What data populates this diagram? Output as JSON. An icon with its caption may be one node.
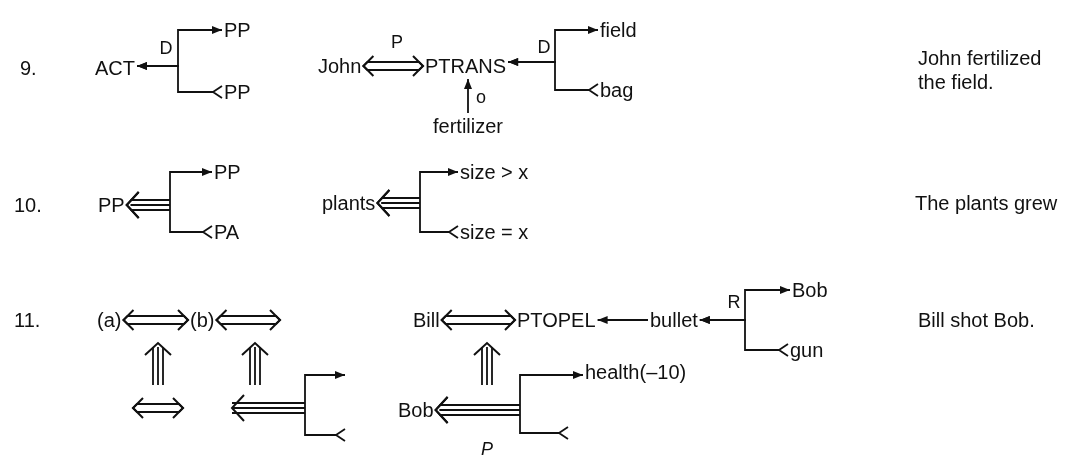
{
  "diagram": {
    "nodes": [
      {
        "text": [
          "ACT"
        ]
      },
      {
        "text": [
          "PP"
        ]
      },
      {
        "text": [
          "PP"
        ]
      },
      {
        "text": [
          "John"
        ]
      },
      {
        "text": [
          "PTRANS"
        ]
      },
      {
        "text": [
          "field"
        ]
      },
      {
        "text": [
          "bag"
        ]
      },
      {
        "text": [
          "fertilizer"
        ]
      },
      {
        "text": [
          "PP"
        ]
      },
      {
        "text": [
          "PP"
        ]
      },
      {
        "text": [
          "PA"
        ]
      },
      {
        "text": [
          "plants"
        ]
      },
      {
        "text": [
          "size > x"
        ]
      },
      {
        "text": [
          "size = x"
        ]
      },
      {
        "text": [
          "(a)"
        ]
      },
      {
        "text": [
          "(b)"
        ]
      },
      {
        "text": [
          "Bill"
        ]
      },
      {
        "text": [
          "PTOPEL"
        ]
      },
      {
        "text": [
          "bullet"
        ]
      },
      {
        "text": [
          "Bob"
        ]
      },
      {
        "text": [
          "gun"
        ]
      },
      {
        "text": [
          "Bob"
        ]
      },
      {
        "text": [
          "health(–10)"
        ]
      }
    ],
    "edges": [
      {
        "from": 0,
        "to": 1,
        "arrow": "both",
        "label": "D"
      },
      {
        "from": 2,
        "to": 0,
        "arrow": "to"
      },
      {
        "from": 3,
        "to": 4,
        "arrow": "both",
        "label": "P"
      },
      {
        "from": 4,
        "to": 5,
        "arrow": "both",
        "label": "D"
      },
      {
        "from": 6,
        "to": 4,
        "arrow": "to"
      },
      {
        "from": 7,
        "to": 4,
        "arrow": "to",
        "label": "o"
      },
      {
        "from": 8,
        "to": 9,
        "arrow": "both"
      },
      {
        "from": 10,
        "to": 8,
        "arrow": "to"
      },
      {
        "from": 11,
        "to": 12,
        "arrow": "both"
      },
      {
        "from": 13,
        "to": 11,
        "arrow": "to"
      },
      {
        "from": 14,
        "to": 15,
        "arrow": "both"
      },
      {
        "from": 15,
        "to": null,
        "arrow": "both"
      },
      {
        "from": 16,
        "to": 17,
        "arrow": "both"
      },
      {
        "from": 18,
        "to": 17,
        "arrow": "to"
      },
      {
        "from": 18,
        "to": 19,
        "arrow": "both",
        "label": "R"
      },
      {
        "from": 20,
        "to": 18,
        "arrow": "to"
      },
      {
        "from": 21,
        "to": 22,
        "arrow": "both"
      },
      {
        "from": null,
        "to": 21,
        "arrow": "to",
        "label": "P"
      }
    ],
    "labels": [
      "9.",
      "John fertilized the field.",
      "10.",
      "The plants grew",
      "11.",
      "Bill shot Bob."
    ]
  }
}
